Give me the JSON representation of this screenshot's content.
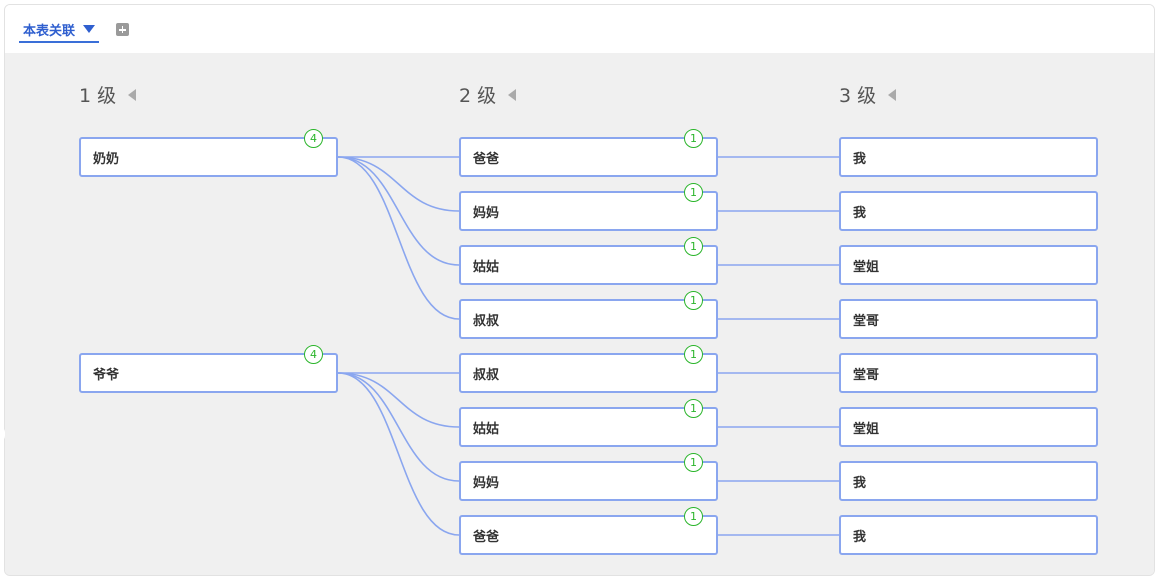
{
  "toolbar": {
    "tab_label": "本表关联"
  },
  "levels": [
    "1 级",
    "2 级",
    "3 级"
  ],
  "level1": [
    {
      "label": "奶奶",
      "count": "4"
    },
    {
      "label": "爷爷",
      "count": "4"
    }
  ],
  "level2": [
    {
      "label": "爸爸",
      "count": "1"
    },
    {
      "label": "妈妈",
      "count": "1"
    },
    {
      "label": "姑姑",
      "count": "1"
    },
    {
      "label": "叔叔",
      "count": "1"
    },
    {
      "label": "叔叔",
      "count": "1"
    },
    {
      "label": "姑姑",
      "count": "1"
    },
    {
      "label": "妈妈",
      "count": "1"
    },
    {
      "label": "爸爸",
      "count": "1"
    }
  ],
  "level3": [
    {
      "label": "我"
    },
    {
      "label": "我"
    },
    {
      "label": "堂姐"
    },
    {
      "label": "堂哥"
    },
    {
      "label": "堂哥"
    },
    {
      "label": "堂姐"
    },
    {
      "label": "我"
    },
    {
      "label": "我"
    }
  ],
  "colors": {
    "accent": "#2f5fcf",
    "node_border": "#8aa6ef",
    "link": "#8aa6ef",
    "badge": "#2bb52b",
    "canvas_bg": "#f0f0f0"
  }
}
